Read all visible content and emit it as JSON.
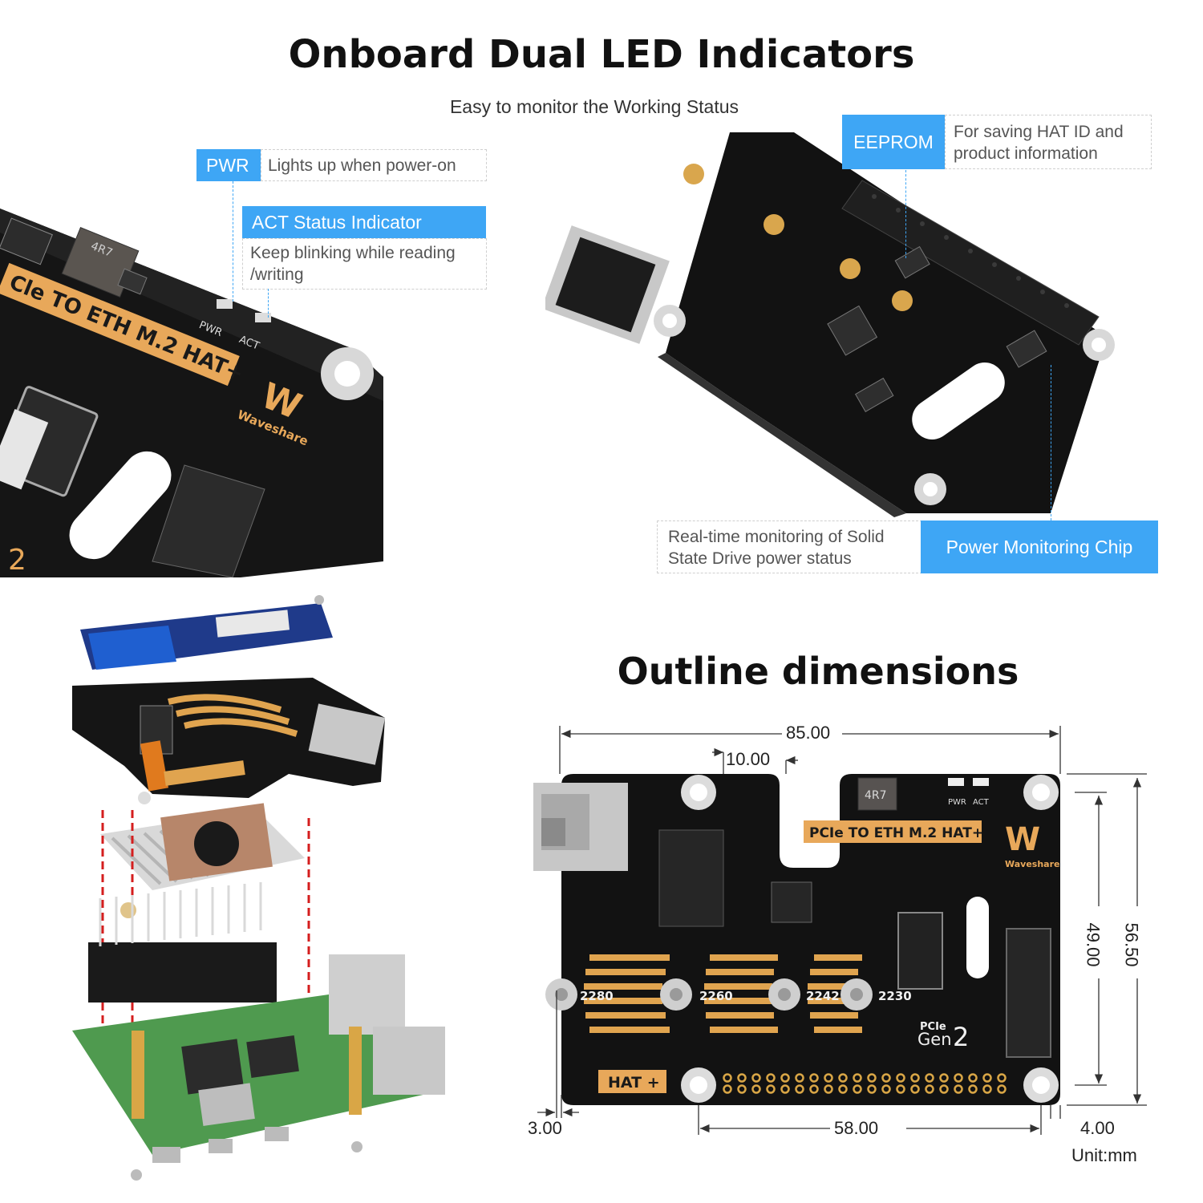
{
  "header": {
    "title": "Onboard Dual LED Indicators",
    "subtitle": "Easy to monitor the Working Status"
  },
  "callouts": {
    "pwr": {
      "tag": "PWR",
      "text": "Lights up when power-on"
    },
    "act": {
      "tag": "ACT Status Indicator",
      "text_line1": "Keep blinking while reading",
      "text_line2": "/writing"
    },
    "eeprom": {
      "tag": "EEPROM",
      "text_line1": "For saving HAT ID and",
      "text_line2": "product information"
    },
    "power_chip": {
      "tag": "Power Monitoring Chip",
      "text_line1": "Real-time monitoring of Solid",
      "text_line2": "State Drive power status"
    }
  },
  "closeup_board": {
    "silkscreen": "Cle TO ETH M.2 HAT+",
    "inductor": "4R7",
    "led_pwr": "PWR",
    "led_act": "ACT",
    "brand": "Waveshare"
  },
  "dimensions": {
    "title": "Outline dimensions",
    "width_total": "85.00",
    "notch": "10.00",
    "height_inner": "49.00",
    "height_total": "56.50",
    "left_offset": "3.00",
    "hole_span": "58.00",
    "right_offset": "4.00",
    "unit": "Unit:mm"
  },
  "dim_board": {
    "silkscreen": "PCIe TO ETH M.2 HAT+",
    "inductor": "4R7",
    "led_pwr": "PWR",
    "led_act": "ACT",
    "brand": "Waveshare",
    "sizes": [
      "2280",
      "2260",
      "2242",
      "2230"
    ],
    "pcie": "PCIe",
    "gen": "Gen",
    "gen_num": "2",
    "hat": "HAT +"
  },
  "colors": {
    "accent": "#3ea6f5",
    "pcb": "#121212",
    "gold": "#e8a85a",
    "title": "#111111"
  }
}
